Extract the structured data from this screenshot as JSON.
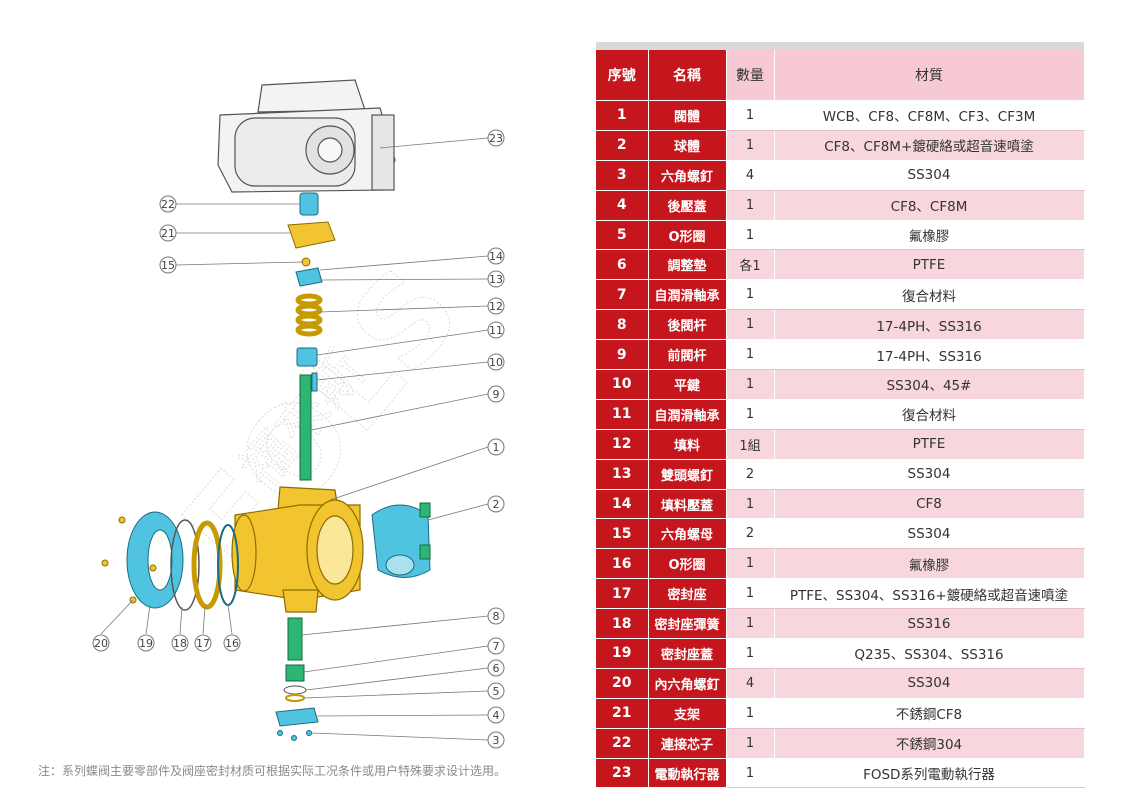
{
  "table": {
    "headers": {
      "idx": "序號",
      "name": "名稱",
      "qty": "數量",
      "material": "材質"
    },
    "rows": [
      {
        "idx": "1",
        "name": "閥體",
        "qty": "1",
        "material": "WCB、CF8、CF8M、CF3、CF3M"
      },
      {
        "idx": "2",
        "name": "球體",
        "qty": "1",
        "material": "CF8、CF8M+鍍硬絡或超音速噴塗"
      },
      {
        "idx": "3",
        "name": "六角螺釘",
        "qty": "4",
        "material": "SS304"
      },
      {
        "idx": "4",
        "name": "後壓蓋",
        "qty": "1",
        "material": "CF8、CF8M"
      },
      {
        "idx": "5",
        "name": "O形圈",
        "qty": "1",
        "material": "氟橡膠"
      },
      {
        "idx": "6",
        "name": "調整墊",
        "qty": "各1",
        "material": "PTFE"
      },
      {
        "idx": "7",
        "name": "自潤滑軸承",
        "qty": "1",
        "material": "復合材料"
      },
      {
        "idx": "8",
        "name": "後閥杆",
        "qty": "1",
        "material": "17-4PH、SS316"
      },
      {
        "idx": "9",
        "name": "前閥杆",
        "qty": "1",
        "material": "17-4PH、SS316"
      },
      {
        "idx": "10",
        "name": "平鍵",
        "qty": "1",
        "material": "SS304、45#"
      },
      {
        "idx": "11",
        "name": "自潤滑軸承",
        "qty": "1",
        "material": "復合材料"
      },
      {
        "idx": "12",
        "name": "填料",
        "qty": "1組",
        "material": "PTFE"
      },
      {
        "idx": "13",
        "name": "雙頭螺釘",
        "qty": "2",
        "material": "SS304"
      },
      {
        "idx": "14",
        "name": "填料壓蓋",
        "qty": "1",
        "material": "CF8"
      },
      {
        "idx": "15",
        "name": "六角螺母",
        "qty": "2",
        "material": "SS304"
      },
      {
        "idx": "16",
        "name": "O形圈",
        "qty": "1",
        "material": "氟橡膠"
      },
      {
        "idx": "17",
        "name": "密封座",
        "qty": "1",
        "material": "PTFE、SS304、SS316+鍍硬絡或超音速噴塗"
      },
      {
        "idx": "18",
        "name": "密封座彈簧",
        "qty": "1",
        "material": "SS316"
      },
      {
        "idx": "19",
        "name": "密封座蓋",
        "qty": "1",
        "material": "Q235、SS304、SS316"
      },
      {
        "idx": "20",
        "name": "內六角螺釘",
        "qty": "4",
        "material": "SS304"
      },
      {
        "idx": "21",
        "name": "支架",
        "qty": "1",
        "material": "不銹鋼CF8"
      },
      {
        "idx": "22",
        "name": "連接芯子",
        "qty": "1",
        "material": "不銹鋼304"
      },
      {
        "idx": "23",
        "name": "電動執行器",
        "qty": "1",
        "material": "FOSD系列電動執行器"
      }
    ]
  },
  "diagram": {
    "callouts": [
      "23",
      "22",
      "21",
      "15",
      "14",
      "13",
      "12",
      "11",
      "10",
      "9",
      "1",
      "2",
      "8",
      "7",
      "6",
      "5",
      "4",
      "3",
      "20",
      "19",
      "18",
      "17",
      "16"
    ],
    "watermark": {
      "latin": "FOLS",
      "cjk": "福來斯"
    }
  },
  "note": "注：系列蝶阀主要零部件及阀座密封材质可根据实际工况条件或用户特殊要求设计选用。",
  "colors": {
    "red": "#c4161c",
    "pink": "#f8d6de",
    "yellow": "#f2c530",
    "cyan": "#4fc3e0",
    "green": "#2bb673"
  }
}
